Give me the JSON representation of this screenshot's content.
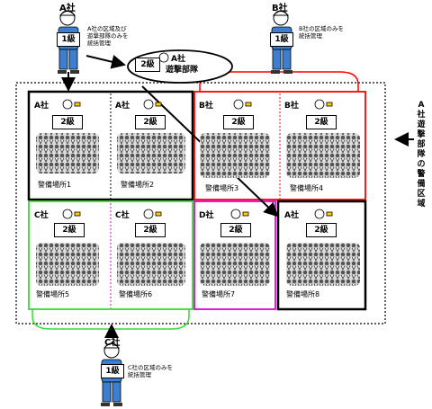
{
  "top_a": {
    "company": "A社",
    "grade": "1級",
    "note": [
      "A社の区域及び",
      "遊撃部隊のみを",
      "統括管理"
    ]
  },
  "top_b": {
    "company": "B社",
    "grade": "1級",
    "note": [
      "B社の区域のみを",
      "統括管理"
    ]
  },
  "bottom_c": {
    "company": "C社",
    "grade": "1級",
    "note": [
      "C社の区域のみを",
      "統括管理"
    ]
  },
  "mobile_unit": {
    "company": "A社",
    "unit": "遊撃部隊",
    "grade": "2級"
  },
  "side_label": "A社遊撃部隊の警備区域",
  "cells": [
    {
      "company": "A社",
      "grade": "2級",
      "location": "警備場所1"
    },
    {
      "company": "A社",
      "grade": "2級",
      "location": "警備場所2"
    },
    {
      "company": "B社",
      "grade": "2級",
      "location": "警備場所3"
    },
    {
      "company": "B社",
      "grade": "2級",
      "location": "警備場所4"
    },
    {
      "company": "C社",
      "grade": "2級",
      "location": "警備場所5"
    },
    {
      "company": "C社",
      "grade": "2級",
      "location": "警備場所6"
    },
    {
      "company": "D社",
      "grade": "2級",
      "location": "警備場所7"
    },
    {
      "company": "A社",
      "grade": "2級",
      "location": "警備場所8"
    }
  ],
  "colors": {
    "a": "#000000",
    "b": "#ff0000",
    "c": "#33dd33",
    "d": "#dd00dd"
  }
}
